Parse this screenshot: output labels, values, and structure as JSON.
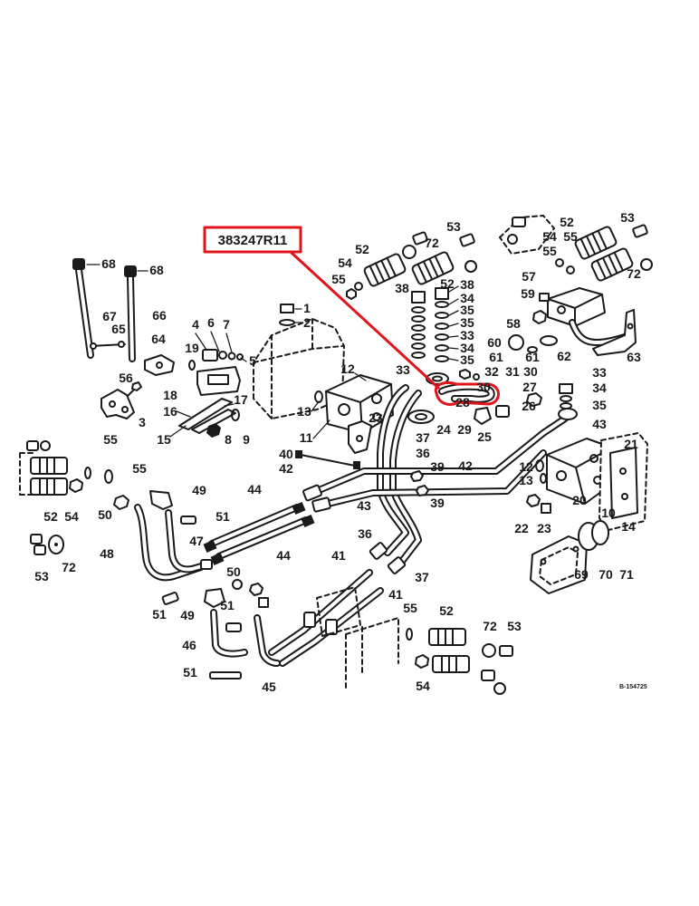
{
  "part_label": {
    "number": "383247R11"
  },
  "figure_code": "B-154725",
  "callouts": [
    "68",
    "68",
    "67",
    "66",
    "65",
    "64",
    "56",
    "3",
    "1",
    "2",
    "4",
    "6",
    "7",
    "5",
    "19",
    "18",
    "16",
    "17",
    "15",
    "8",
    "9",
    "12",
    "13",
    "11",
    "23",
    "52",
    "72",
    "53",
    "54",
    "55",
    "52",
    "38",
    "38",
    "34",
    "35",
    "35",
    "33",
    "34",
    "35",
    "33",
    "32",
    "31",
    "30",
    "30",
    "28",
    "27",
    "26",
    "29",
    "25",
    "24",
    "37",
    "36",
    "40",
    "42",
    "39",
    "39",
    "42",
    "43",
    "43",
    "52",
    "53",
    "54",
    "55",
    "55",
    "57",
    "59",
    "58",
    "72",
    "60",
    "61",
    "61",
    "62",
    "63",
    "33",
    "34",
    "35",
    "12",
    "13",
    "20",
    "21",
    "10",
    "14",
    "22",
    "23",
    "69",
    "70",
    "71",
    "55",
    "55",
    "49",
    "52",
    "54",
    "50",
    "51",
    "47",
    "48",
    "53",
    "72",
    "44",
    "44",
    "36",
    "37",
    "41",
    "41",
    "50",
    "51",
    "49",
    "51",
    "46",
    "51",
    "45",
    "55",
    "52",
    "72",
    "53",
    "54"
  ],
  "colors": {
    "highlight": "#e0141b",
    "ink": "#1a1a1a",
    "background": "#ffffff"
  }
}
